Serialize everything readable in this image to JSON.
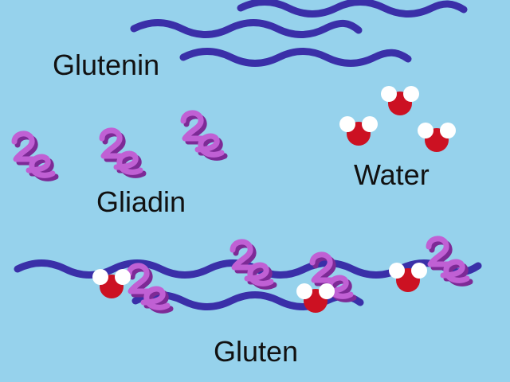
{
  "labels": {
    "glutenin": "Glutenin",
    "gliadin": "Gliadin",
    "water": "Water",
    "gluten": "Gluten"
  },
  "colors": {
    "background": "#96d2ec",
    "glutenin_strand": "#3a2fa8",
    "glutenin_strand_highlight": "#5f55d6",
    "gliadin": "#c060d4",
    "gliadin_shadow": "#7d2a96",
    "oxygen": "#cc1122",
    "hydrogen": "#ffffff"
  }
}
